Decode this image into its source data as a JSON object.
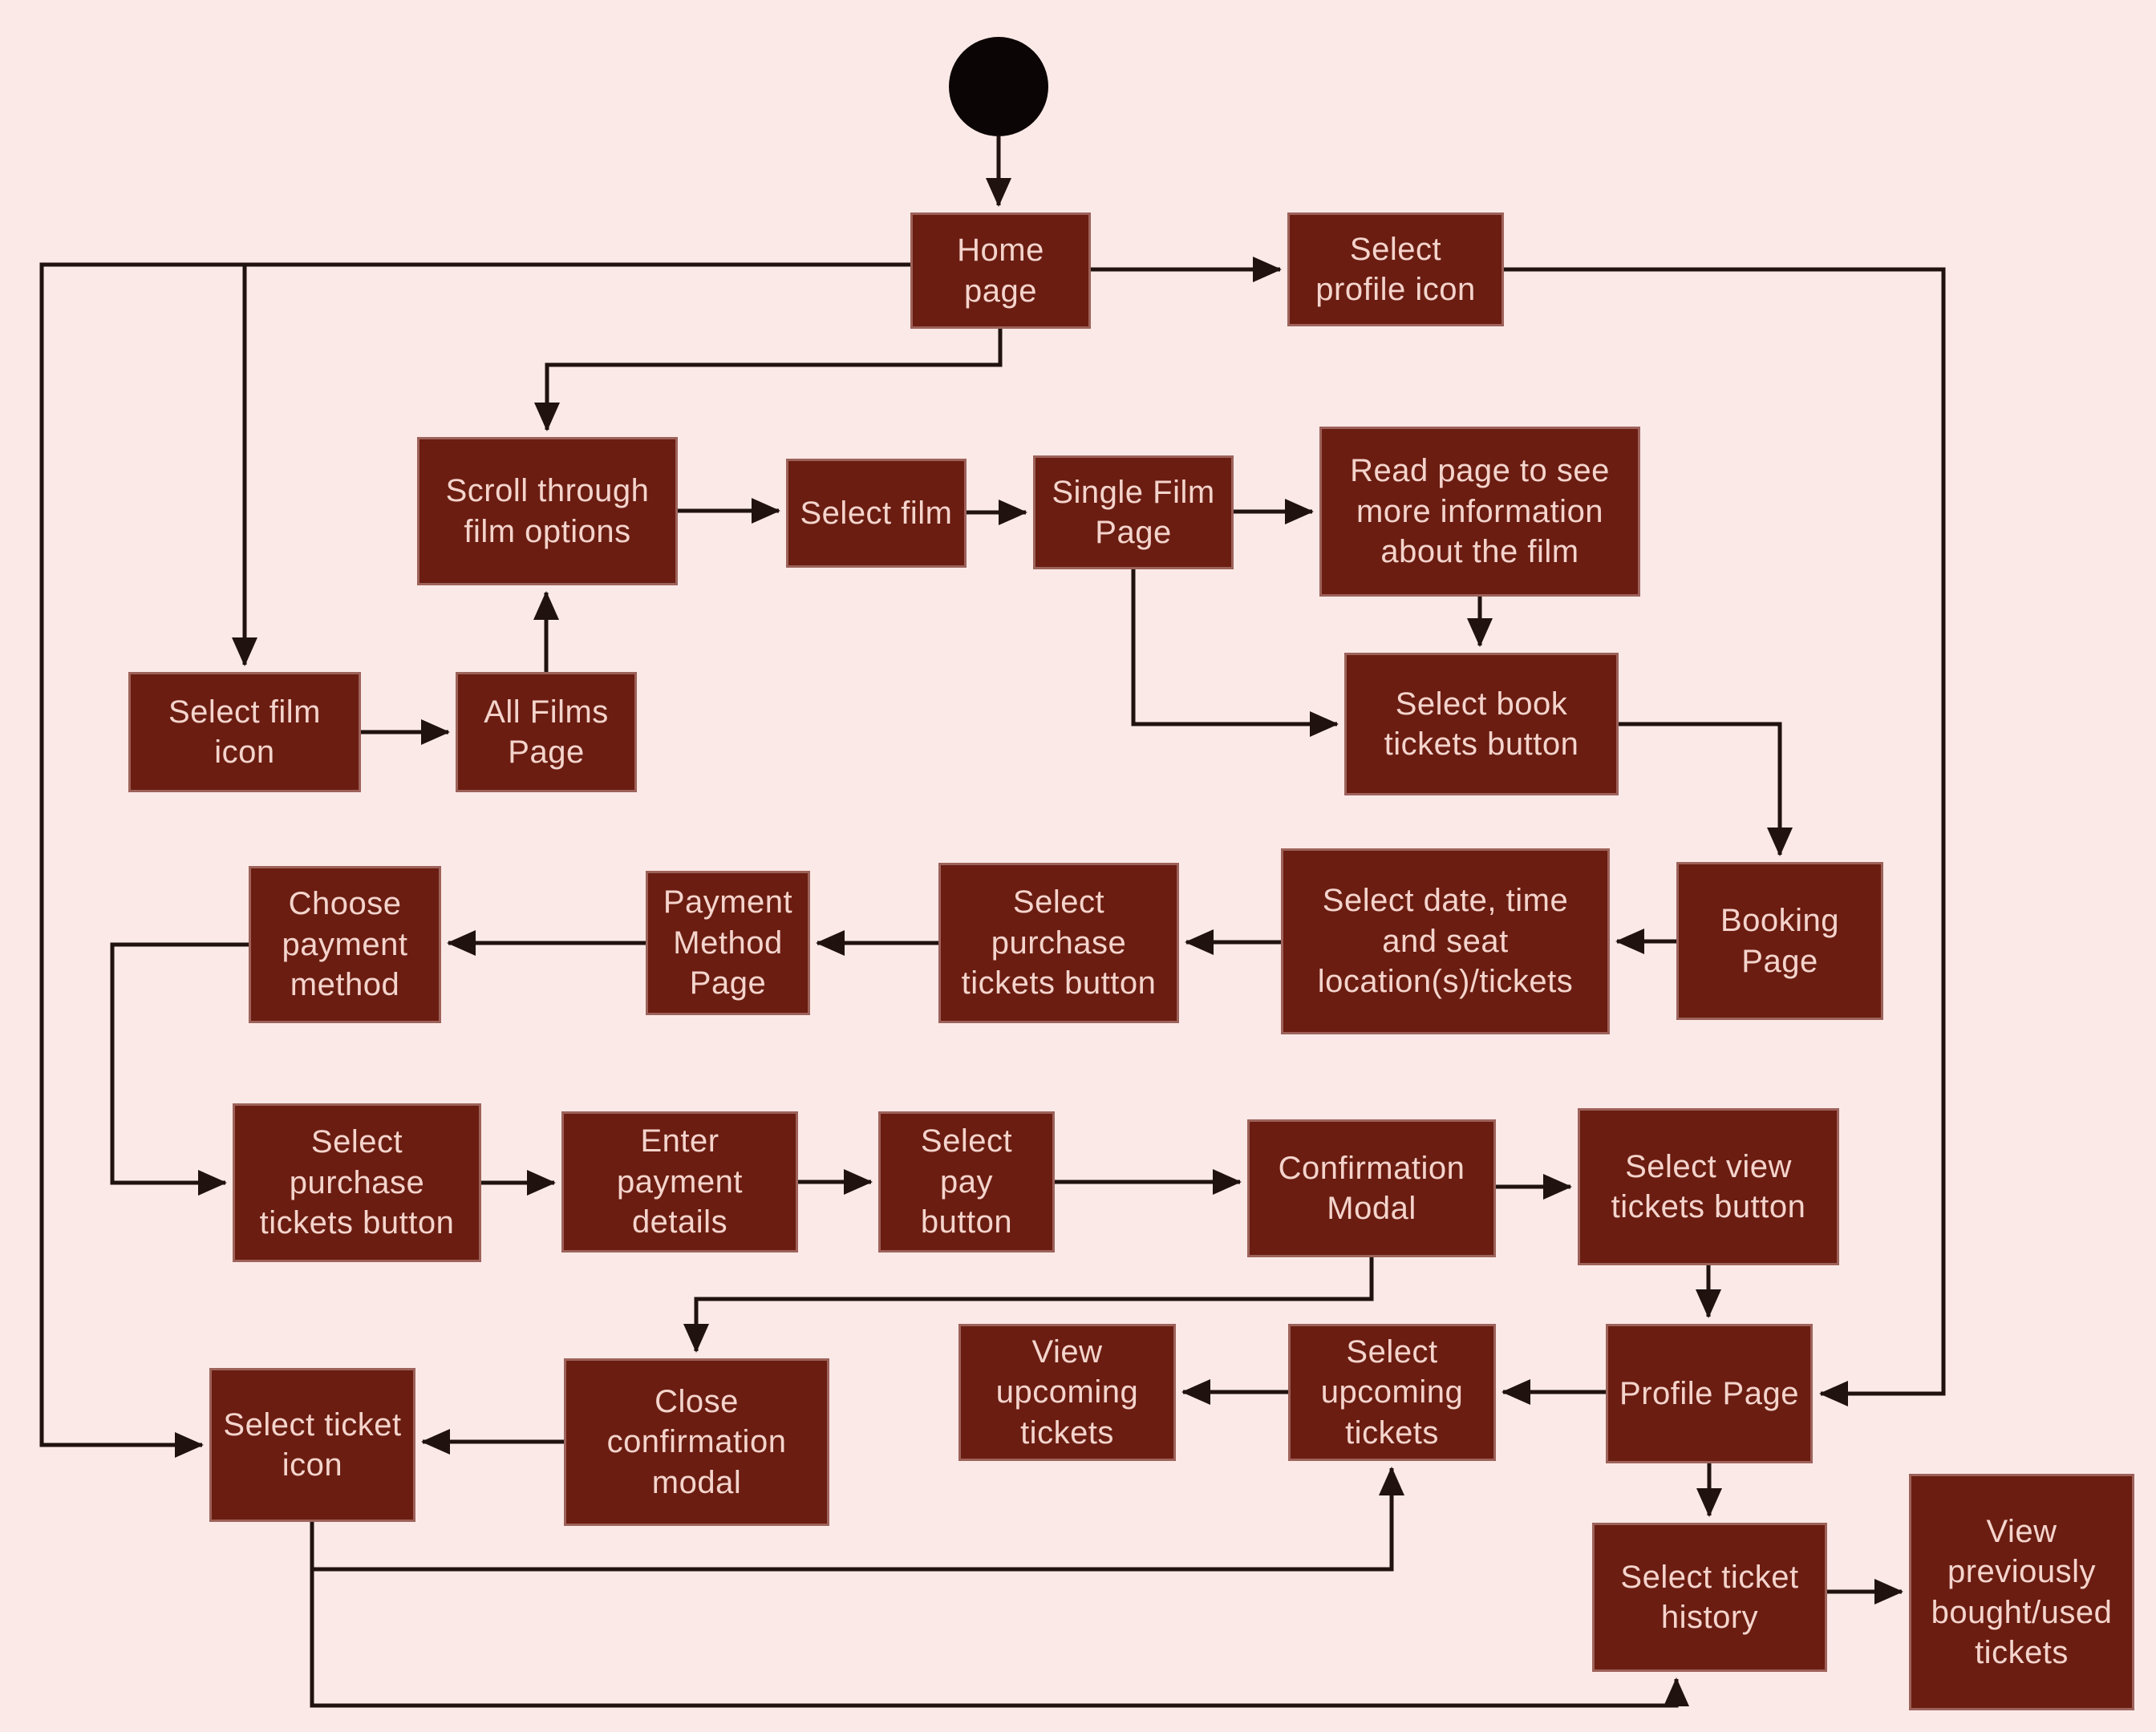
{
  "diagram": {
    "description": "Cinema app user flow activity diagram",
    "background_color": "#fbe9e7",
    "node_fill_color": "#6b1d12",
    "node_text_color": "#f4d4cc",
    "connector_color": "#20120e",
    "start_node": {
      "id": "start",
      "type": "initial-node-filled-circle"
    },
    "nodes": [
      {
        "id": "home-page",
        "label": "Home page"
      },
      {
        "id": "select-profile-icon",
        "label": "Select profile icon"
      },
      {
        "id": "scroll-film-options",
        "label": "Scroll through film options"
      },
      {
        "id": "select-film",
        "label": "Select film"
      },
      {
        "id": "single-film-page",
        "label": "Single Film Page"
      },
      {
        "id": "read-page",
        "label": "Read page to see more information about the film"
      },
      {
        "id": "select-film-icon",
        "label": "Select film icon"
      },
      {
        "id": "all-films-page",
        "label": "All Films Page"
      },
      {
        "id": "select-book-tickets-button",
        "label": "Select book tickets button"
      },
      {
        "id": "booking-page",
        "label": "Booking Page"
      },
      {
        "id": "select-date-time-seat",
        "label": "Select date, time and seat location(s)/tickets"
      },
      {
        "id": "select-purchase-tickets-button-1",
        "label": "Select purchase tickets button"
      },
      {
        "id": "payment-method-page",
        "label": "Payment Method Page"
      },
      {
        "id": "choose-payment-method",
        "label": "Choose payment method"
      },
      {
        "id": "select-purchase-tickets-button-2",
        "label": "Select purchase tickets button"
      },
      {
        "id": "enter-payment-details",
        "label": "Enter payment details"
      },
      {
        "id": "select-pay-button",
        "label": "Select pay button"
      },
      {
        "id": "confirmation-modal",
        "label": "Confirmation Modal"
      },
      {
        "id": "select-view-tickets-button",
        "label": "Select view tickets button"
      },
      {
        "id": "profile-page",
        "label": "Profile Page"
      },
      {
        "id": "select-upcoming-tickets",
        "label": "Select upcoming tickets"
      },
      {
        "id": "view-upcoming-tickets",
        "label": "View upcoming tickets"
      },
      {
        "id": "close-confirmation-modal",
        "label": "Close confirmation modal"
      },
      {
        "id": "select-ticket-icon",
        "label": "Select ticket icon"
      },
      {
        "id": "select-ticket-history",
        "label": "Select ticket history"
      },
      {
        "id": "view-previously-bought-used-tickets",
        "label": "View previously bought/used tickets"
      }
    ],
    "edges": [
      {
        "from": "start",
        "to": "home-page"
      },
      {
        "from": "home-page",
        "to": "select-profile-icon"
      },
      {
        "from": "select-profile-icon",
        "to": "profile-page"
      },
      {
        "from": "home-page",
        "to": "scroll-film-options"
      },
      {
        "from": "home-page",
        "to": "select-ticket-icon"
      },
      {
        "from": "home-page",
        "to": "select-film-icon"
      },
      {
        "from": "select-film-icon",
        "to": "all-films-page"
      },
      {
        "from": "all-films-page",
        "to": "scroll-film-options"
      },
      {
        "from": "scroll-film-options",
        "to": "select-film"
      },
      {
        "from": "select-film",
        "to": "single-film-page"
      },
      {
        "from": "single-film-page",
        "to": "read-page"
      },
      {
        "from": "read-page",
        "to": "select-book-tickets-button"
      },
      {
        "from": "single-film-page",
        "to": "select-book-tickets-button"
      },
      {
        "from": "select-book-tickets-button",
        "to": "booking-page"
      },
      {
        "from": "booking-page",
        "to": "select-date-time-seat"
      },
      {
        "from": "select-date-time-seat",
        "to": "select-purchase-tickets-button-1"
      },
      {
        "from": "select-purchase-tickets-button-1",
        "to": "payment-method-page"
      },
      {
        "from": "payment-method-page",
        "to": "choose-payment-method"
      },
      {
        "from": "choose-payment-method",
        "to": "select-purchase-tickets-button-2"
      },
      {
        "from": "select-purchase-tickets-button-2",
        "to": "enter-payment-details"
      },
      {
        "from": "enter-payment-details",
        "to": "select-pay-button"
      },
      {
        "from": "select-pay-button",
        "to": "confirmation-modal"
      },
      {
        "from": "confirmation-modal",
        "to": "select-view-tickets-button"
      },
      {
        "from": "select-view-tickets-button",
        "to": "profile-page"
      },
      {
        "from": "confirmation-modal",
        "to": "close-confirmation-modal"
      },
      {
        "from": "close-confirmation-modal",
        "to": "select-ticket-icon"
      },
      {
        "from": "select-ticket-icon",
        "to": "select-upcoming-tickets"
      },
      {
        "from": "profile-page",
        "to": "select-upcoming-tickets"
      },
      {
        "from": "select-upcoming-tickets",
        "to": "view-upcoming-tickets"
      },
      {
        "from": "profile-page",
        "to": "select-ticket-history"
      },
      {
        "from": "select-ticket-icon",
        "to": "select-ticket-history"
      },
      {
        "from": "select-ticket-history",
        "to": "view-previously-bought-used-tickets"
      }
    ]
  }
}
